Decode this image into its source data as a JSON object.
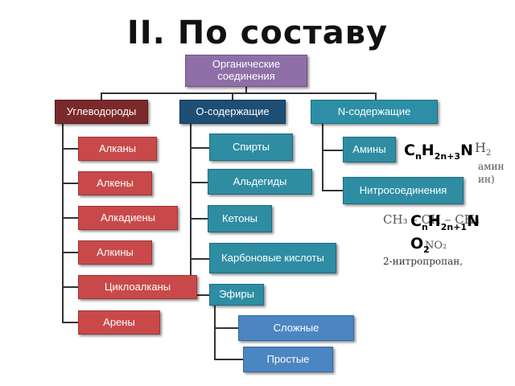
{
  "title": "II. По составу",
  "root": {
    "label": "Органические соединения"
  },
  "categories": [
    {
      "label": "Углеводороды",
      "items": [
        "Алканы",
        "Алкены",
        "Алкадиены",
        "Алкины",
        "Циклоалканы",
        "Арены"
      ]
    },
    {
      "label": "О-содержащие",
      "items": [
        "Спирты",
        "Альдегиды",
        "Кетоны",
        "Карбоновые кислоты",
        "Эфиры"
      ],
      "sub_items": [
        "Сложные",
        "Простые"
      ]
    },
    {
      "label": "N-содержащие",
      "items": [
        "Амины",
        "Нитросоединения"
      ]
    }
  ],
  "formulas": {
    "amine": {
      "base": "C",
      "n": "n",
      "h": "H",
      "hsub": "2n+3",
      "n_atom": "N"
    },
    "nitro": {
      "base": "C",
      "n": "n",
      "h": "H",
      "hsub": "2n+1",
      "n_atom": "N",
      "o": "O",
      "osub": "2"
    }
  },
  "background_text": {
    "nh2": "H",
    "nh2_sub": "2",
    "amin": "амин",
    "in": "ин)",
    "chain": "CH₃ – CH – CH₃",
    "no2": "NO₂",
    "caption": "2-нитропропан,"
  },
  "colors": {
    "root": "#8e6fa8",
    "hydrocarbons_header": "#7a2a2a",
    "o_header": "#1e4e74",
    "n_header": "#2c8fa6",
    "hydrocarbon_item": "#c9494a",
    "o_item": "#2e8da3",
    "ester_item": "#4b86c2"
  }
}
